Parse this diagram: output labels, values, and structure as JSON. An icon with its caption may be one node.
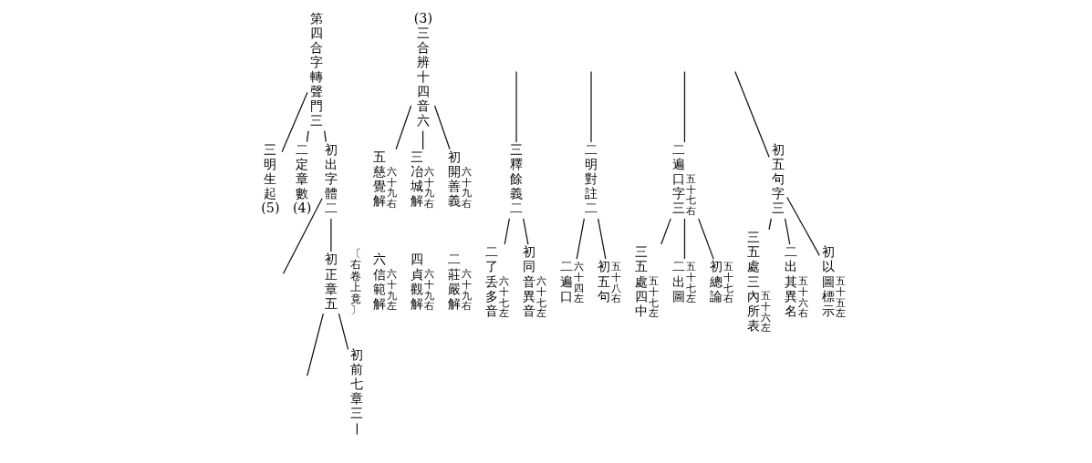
{
  "diagram": {
    "nodes": [
      {
        "text": [
          "初五句字三"
        ]
      },
      {
        "text": [
          "初以圖標示"
        ],
        "beside": [
          "五十五左"
        ]
      },
      {
        "text": [
          "二出其異名"
        ],
        "beside": [
          "五十六右"
        ]
      },
      {
        "text": [
          "三五處三內所表"
        ],
        "beside": [
          "五十六左"
        ]
      },
      {
        "text": [
          "二遍口字三"
        ],
        "beside": [
          "五十七右"
        ]
      },
      {
        "text": [
          "初總論"
        ],
        "beside": [
          "五十七右"
        ]
      },
      {
        "text": [
          "二出圖"
        ],
        "beside": [
          "五十七左"
        ]
      },
      {
        "text": [
          "三五處四中"
        ],
        "beside": [
          "五十七左"
        ]
      },
      {
        "text": [
          "二明對註二"
        ]
      },
      {
        "text": [
          "初五句"
        ],
        "beside": [
          "五十八右"
        ]
      },
      {
        "text": [
          "二遍口"
        ],
        "beside": [
          "六十四左"
        ]
      },
      {
        "text": [
          "三釋餘義二"
        ]
      },
      {
        "text": [
          "初同音異音"
        ],
        "beside": [
          "六十七左"
        ]
      },
      {
        "text": [
          "二了丢多音"
        ],
        "beside": [
          "六十七左"
        ]
      },
      {
        "text": [
          "(3)",
          "三合辨十四音六"
        ]
      },
      {
        "text": [
          "初開善義"
        ],
        "beside": [
          "六十九右"
        ]
      },
      {
        "text": [
          "二莊嚴解"
        ],
        "beside": [
          "六十九右"
        ]
      },
      {
        "text": [
          "三冶城解"
        ],
        "beside": [
          "六十九右"
        ]
      },
      {
        "text": [
          "四貞觀解"
        ],
        "beside": [
          "六十九右"
        ]
      },
      {
        "text": [
          "五慈覺解"
        ],
        "beside": [
          "六十九右"
        ]
      },
      {
        "text": [
          "六信範解"
        ],
        "beside": [
          "六十九左"
        ]
      },
      {
        "text": [
          "第四合字轉聲門三"
        ]
      },
      {
        "text": [
          "初出字體二"
        ]
      },
      {
        "text": [
          "二定章數(4)"
        ]
      },
      {
        "text": [
          "三明生起(5)"
        ]
      },
      {
        "text": [
          "初正章五"
        ]
      },
      {
        "text": [
          "初前七章三"
        ]
      }
    ],
    "edges": [
      {
        "from": null,
        "to": 0,
        "arrow": "none"
      },
      {
        "from": null,
        "to": 4,
        "arrow": "none"
      },
      {
        "from": 0,
        "to": 1,
        "arrow": "none"
      },
      {
        "from": 0,
        "to": 2,
        "arrow": "none"
      },
      {
        "from": 0,
        "to": 3,
        "arrow": "none"
      },
      {
        "from": 4,
        "to": 5,
        "arrow": "none"
      },
      {
        "from": 4,
        "to": 6,
        "arrow": "none"
      },
      {
        "from": 4,
        "to": 7,
        "arrow": "none"
      },
      {
        "from": null,
        "to": 8,
        "arrow": "none"
      },
      {
        "from": 8,
        "to": 9,
        "arrow": "none"
      },
      {
        "from": 8,
        "to": 10,
        "arrow": "none"
      },
      {
        "from": null,
        "to": 11,
        "arrow": "none"
      },
      {
        "from": 11,
        "to": 12,
        "arrow": "none"
      },
      {
        "from": 11,
        "to": 13,
        "arrow": "none"
      },
      {
        "from": 14,
        "to": 15,
        "arrow": "none"
      },
      {
        "from": 14,
        "to": 17,
        "arrow": "none"
      },
      {
        "from": 14,
        "to": 19,
        "arrow": "none"
      },
      {
        "from": 21,
        "to": 22,
        "arrow": "none"
      },
      {
        "from": 21,
        "to": 23,
        "arrow": "none"
      },
      {
        "from": 21,
        "to": 24,
        "arrow": "none"
      },
      {
        "from": 22,
        "to": 25,
        "arrow": "none"
      },
      {
        "from": 22,
        "to": null,
        "arrow": "none"
      },
      {
        "from": 25,
        "to": 26,
        "arrow": "none"
      },
      {
        "from": 25,
        "to": null,
        "arrow": "none"
      },
      {
        "from": 26,
        "to": null,
        "arrow": "none"
      }
    ],
    "labels": [
      "〔右卷上竟〕"
    ]
  }
}
